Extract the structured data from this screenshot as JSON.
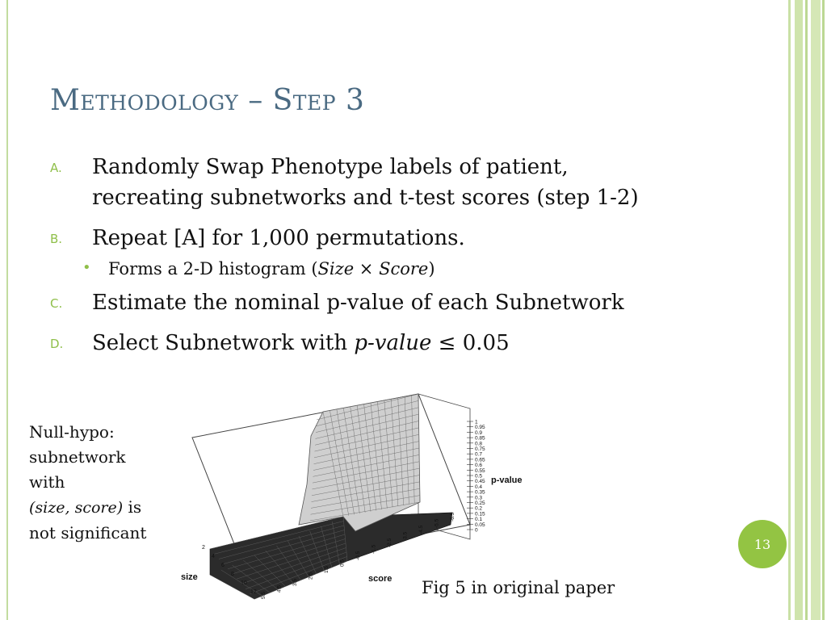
{
  "slide": {
    "title": "Methodology – Step 3",
    "items": [
      {
        "marker": "A.",
        "line1": "Randomly Swap Phenotype labels of patient,",
        "line2": "recreating subnetworks and t-test scores (step 1-2)"
      },
      {
        "marker": "B.",
        "text": "Repeat [A] for 1,000 permutations."
      },
      {
        "marker": "C.",
        "text": "Estimate the nominal p-value of each Subnetwork"
      },
      {
        "marker": "D.",
        "text_before": "Select Subnetwork with ",
        "math": "p-value",
        "text_after": " ≤ 0.05"
      }
    ],
    "sub_bullet": {
      "marker": "•",
      "text_before": "Forms a 2-D histogram (",
      "math": "Size × Score",
      "text_after": ")"
    },
    "note": {
      "line1": "Null-hypo:",
      "line2": "subnetwork",
      "line3": "with",
      "math": "(size, score)",
      "line4_after": " is",
      "line5": "not significant"
    },
    "caption": "Fig 5 in original paper",
    "page_number": "13"
  },
  "figure": {
    "z_label": "p-value",
    "x_label": "score",
    "y_label": "size",
    "z_ticks": [
      "1",
      "0.95",
      "0.9",
      "0.85",
      "0.8",
      "0.75",
      "0.7",
      "0.65",
      "0.6",
      "0.55",
      "0.5",
      "0.45",
      "0.4",
      "0.35",
      "0.3",
      "0.25",
      "0.2",
      "0.15",
      "0.1",
      "0.05",
      "0"
    ],
    "score_ticks": [
      "5.5",
      "4.5",
      "3.5",
      "2.5",
      "1.5",
      "0.5",
      "-0.5",
      "-1.5",
      "-2.5",
      "-3.5",
      "-4.5",
      "-5.5",
      "-6.5"
    ],
    "size_ticks": [
      "2",
      "4",
      "6",
      "8",
      "10",
      "12"
    ]
  },
  "colors": {
    "accent": "#93c443",
    "title": "#4a6a82",
    "stripe": "#c9e0a6"
  }
}
